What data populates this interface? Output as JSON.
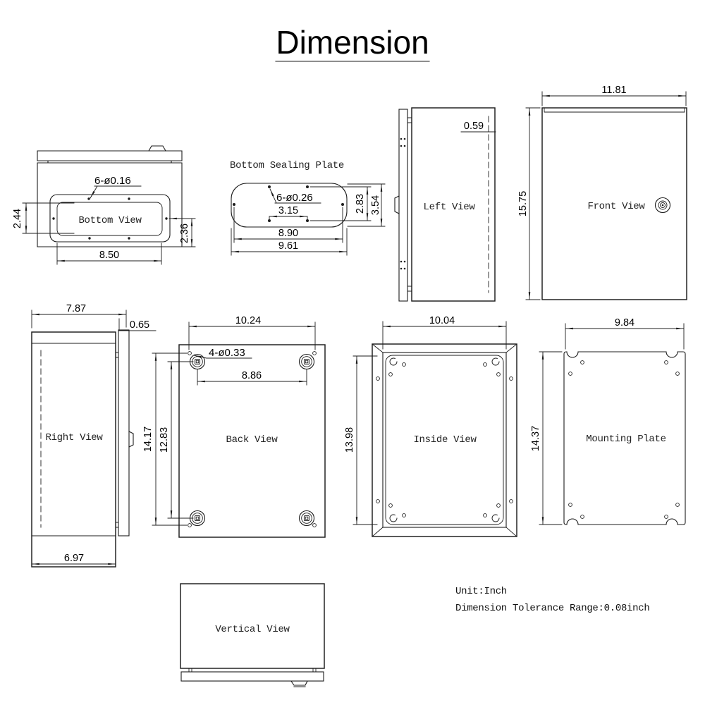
{
  "title": "Dimension",
  "notes": {
    "unit": "Unit:Inch",
    "tolerance": "Dimension Tolerance Range:0.08inch"
  },
  "colors": {
    "line": "#1c1c1c",
    "text": "#000000",
    "background": "#ffffff"
  },
  "views": {
    "bottom": {
      "label": "Bottom View",
      "hole_callout": "6-ø0.16",
      "dim_inner_depth": "2.44",
      "dim_edge_depth": "2.36",
      "dim_width": "8.50"
    },
    "sealing": {
      "title": "Bottom Sealing Plate",
      "hole_callout": "6-ø0.26",
      "dim_hole_pitch": "3.15",
      "dim_hole_span": "8.90",
      "dim_width": "9.61",
      "dim_hole_height": "2.83",
      "dim_height": "3.54"
    },
    "left": {
      "label": "Left View",
      "dim_door_thickness": "0.59"
    },
    "front": {
      "label": "Front View",
      "dim_width": "11.81",
      "dim_height": "15.75"
    },
    "right": {
      "label": "Right View",
      "dim_width": "7.87",
      "dim_door_thickness": "0.65",
      "dim_body_depth": "6.97"
    },
    "back": {
      "label": "Back View",
      "dim_hole_width": "10.24",
      "hole_callout": "4-ø0.33",
      "dim_boss_span": "8.86",
      "dim_hole_height": "14.17",
      "dim_boss_height": "12.83"
    },
    "inside": {
      "label": "Inside View",
      "dim_width": "10.04",
      "dim_height": "13.98"
    },
    "mounting": {
      "label": "Mounting Plate",
      "dim_width": "9.84",
      "dim_height": "14.37"
    },
    "vertical": {
      "label": "Vertical View"
    }
  }
}
